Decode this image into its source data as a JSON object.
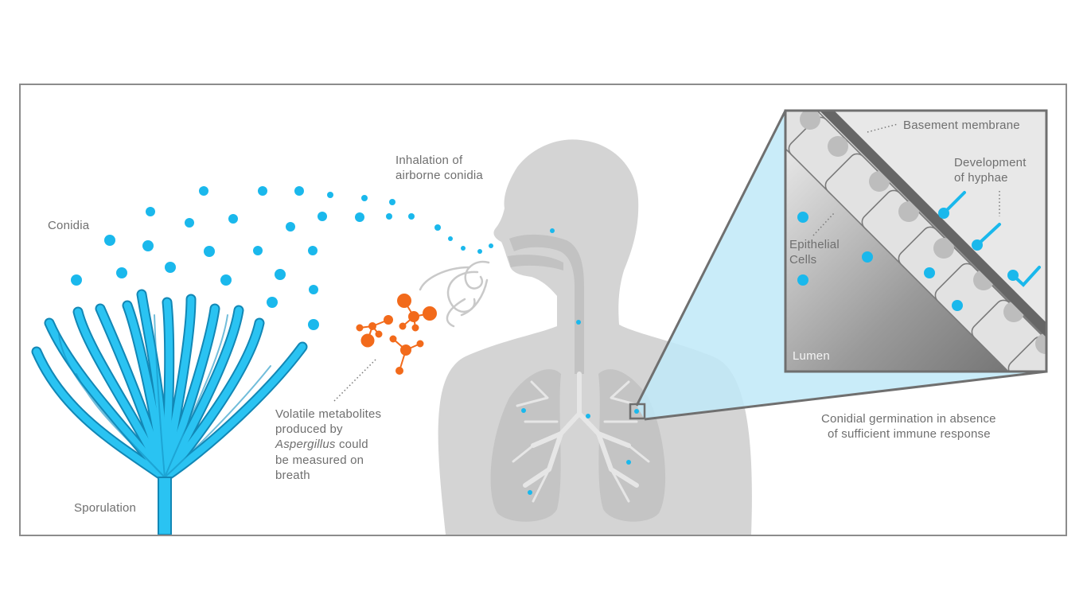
{
  "labels": {
    "conidia": "Conidia",
    "sporulation": "Sporulation",
    "inhalation": [
      "Inhalation of",
      "airborne conidia"
    ],
    "volatile": {
      "line1": "Volatile metabolites",
      "line2": "produced by",
      "line3_italic": "Aspergillus",
      "line3_rest": " could",
      "line4": "be measured on",
      "line5": "breath"
    },
    "basement": "Basement membrane",
    "hyphae": [
      "Development",
      "of hyphae"
    ],
    "epithelial": [
      "Epithelial",
      "Cells"
    ],
    "lumen": "Lumen",
    "germination": [
      "Conidial germination in absence",
      "of sufficient immune response"
    ]
  },
  "colors": {
    "conidia_blue": "#1ab8ec",
    "metabolite_orange": "#f26a1b",
    "body_gray": "#d3d3d3",
    "lung_gray": "#bdbdbd",
    "frame_gray": "#888888",
    "membrane_dark": "#6b6b6b",
    "zoom_cyan": "#bfeaf8"
  },
  "icons": {
    "fungus": "aspergillus-conidiophore-icon",
    "human": "human-torso-with-lungs-icon",
    "molecule": "volatile-molecule-icon",
    "breath": "breath-swirl-icon"
  }
}
